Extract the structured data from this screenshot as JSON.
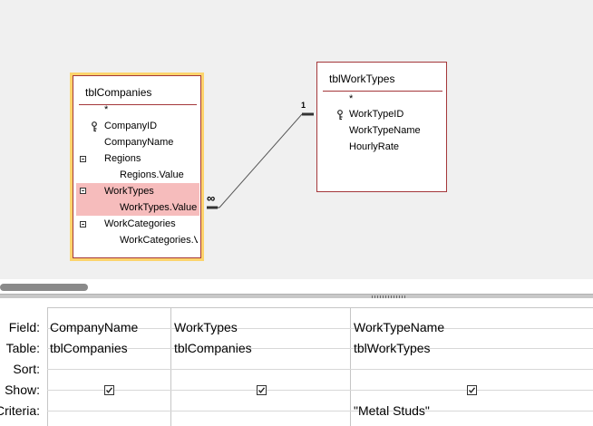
{
  "diagram": {
    "companies_table": {
      "title": "tblCompanies",
      "fields": [
        {
          "label": "*"
        },
        {
          "label": "CompanyID",
          "key": true
        },
        {
          "label": "CompanyName"
        },
        {
          "label": "Regions",
          "expander": true
        },
        {
          "label": "Regions.Value",
          "child": true
        },
        {
          "label": "WorkTypes",
          "expander": true,
          "highlight": true
        },
        {
          "label": "WorkTypes.Value",
          "child": true,
          "highlight": true
        },
        {
          "label": "WorkCategories",
          "expander": true
        },
        {
          "label": "WorkCategories.Value",
          "child": true
        }
      ]
    },
    "worktypes_table": {
      "title": "tblWorkTypes",
      "fields": [
        {
          "label": "*"
        },
        {
          "label": "WorkTypeID",
          "key": true
        },
        {
          "label": "WorkTypeName"
        },
        {
          "label": "HourlyRate"
        }
      ]
    },
    "relationship": {
      "one_label": "1",
      "many_label": "∞"
    },
    "colors": {
      "table_border": "#a4373a",
      "selected_outline": "#fcd46c",
      "highlight": "#f6bcbc"
    }
  },
  "grid": {
    "row_labels": [
      "Field:",
      "Table:",
      "Sort:",
      "Show:",
      "Criteria:"
    ],
    "columns": [
      {
        "field": "CompanyName",
        "table": "tblCompanies",
        "sort": "",
        "show": true,
        "criteria": ""
      },
      {
        "field": "WorkTypes",
        "table": "tblCompanies",
        "sort": "",
        "show": true,
        "criteria": ""
      },
      {
        "field": "WorkTypeName",
        "table": "tblWorkTypes",
        "sort": "",
        "show": true,
        "criteria": "\"Metal Studs\""
      }
    ]
  }
}
